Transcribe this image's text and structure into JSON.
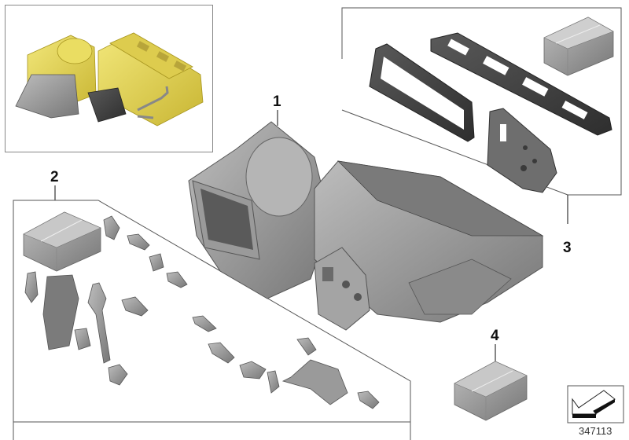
{
  "diagram": {
    "type": "exploded-parts-diagram",
    "image_number": "347113",
    "colors": {
      "highlight_yellow": "#e6d54a",
      "part_gray": "#8c8c8c",
      "part_dark": "#3c3c3c",
      "frame_line": "#555555",
      "background": "#ffffff"
    },
    "overview_inset": {
      "description": "Assembled heater/AC housing highlighted in yellow"
    },
    "callouts": [
      {
        "number": "1",
        "label": "1",
        "part": "heater-ac-housing"
      },
      {
        "number": "2",
        "label": "2",
        "part": "repair-kit-actuators-levers"
      },
      {
        "number": "3",
        "label": "3",
        "part": "seal-kit"
      },
      {
        "number": "4",
        "label": "4",
        "part": "repair-kit-box"
      }
    ],
    "nav_icon": {
      "name": "back-arrow-icon"
    }
  }
}
